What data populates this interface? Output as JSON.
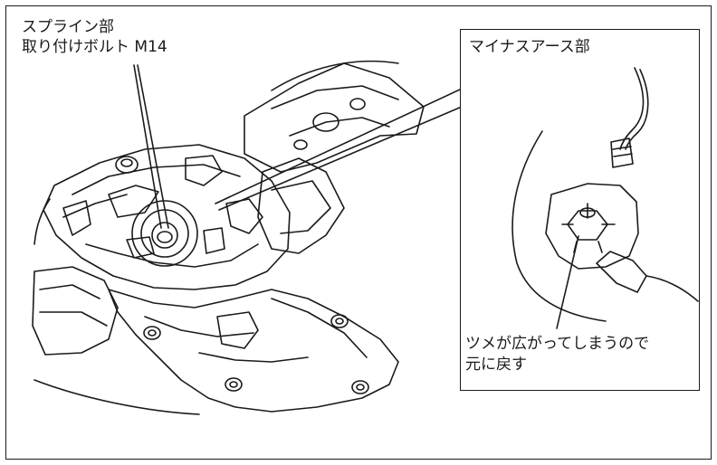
{
  "labels": {
    "spline_line1": "スプライン部",
    "spline_line2": "取り付けボルト M14",
    "minus_earth": "マイナスアース部",
    "claw_line1": "ツメが広がってしまうので",
    "claw_line2": "元に戻す"
  },
  "colors": {
    "line": "#1a1a1a",
    "background": "#ffffff"
  }
}
